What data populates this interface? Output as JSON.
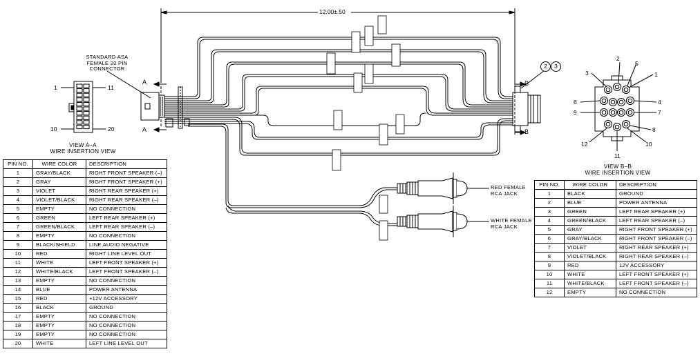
{
  "dimension": "12.00±.50",
  "connector_a": {
    "label_lines": [
      "STANDARD ASA",
      "FEMALE 20 PIN",
      "CONNECTOR"
    ],
    "pin_1": "1",
    "pin_11": "11",
    "pin_10": "10",
    "pin_20": "20",
    "section": "A",
    "view_title_1": "VIEW A–A",
    "view_title_2": "WIRE INSERTION VIEW"
  },
  "connector_b": {
    "section": "B",
    "callouts": [
      "2",
      "3"
    ],
    "pin_labels": [
      "1",
      "2",
      "3",
      "4",
      "5",
      "6",
      "7",
      "8",
      "9",
      "10",
      "11",
      "12"
    ],
    "view_title_1": "VIEW B–B",
    "view_title_2": "WIRE INSERTION VIEW"
  },
  "rca": {
    "red_label": [
      "RED FEMALE",
      "RCA JACK"
    ],
    "white_label": [
      "WHITE FEMALE",
      "RCA JACK"
    ]
  },
  "table_a": {
    "headers": [
      "PIN NO.",
      "WIRE COLOR",
      "DESCRIPTION"
    ],
    "rows": [
      [
        "1",
        "GRAY/BLACK",
        "RIGHT FRONT SPEAKER (–)"
      ],
      [
        "2",
        "GRAY",
        "RIGHT FRONT SPEAKER (+)"
      ],
      [
        "3",
        "VIOLET",
        "RIGHT REAR SPEAKER (+)"
      ],
      [
        "4",
        "VIOLET/BLACK",
        "RIGHT REAR SPEAKER (–)"
      ],
      [
        "5",
        "EMPTY",
        "NO CONNECTION"
      ],
      [
        "6",
        "GREEN",
        "LEFT REAR SPEAKER (+)"
      ],
      [
        "7",
        "GREEN/BLACK",
        "LEFT REAR SPEAKER (–)"
      ],
      [
        "8",
        "EMPTY",
        "NO CONNECTION"
      ],
      [
        "9",
        "BLACK/SHIELD",
        "LINE AUDIO NEGATIVE"
      ],
      [
        "10",
        "RED",
        "RIGHT LINE LEVEL OUT"
      ],
      [
        "11",
        "WHITE",
        "LEFT FRONT SPEAKER (+)"
      ],
      [
        "12",
        "WHITE/BLACK",
        "LEFT FRONT SPEAKER (–)"
      ],
      [
        "13",
        "EMPTY",
        "NO CONNECTION"
      ],
      [
        "14",
        "BLUE",
        "POWER ANTENNA"
      ],
      [
        "15",
        "RED",
        "+12V ACCESSORY"
      ],
      [
        "16",
        "BLACK",
        "GROUND"
      ],
      [
        "17",
        "EMPTY",
        "NO CONNECTION"
      ],
      [
        "18",
        "EMPTY",
        "NO CONNECTION"
      ],
      [
        "19",
        "EMPTY",
        "NO CONNECTION"
      ],
      [
        "20",
        "WHITE",
        "LEFT LINE LEVEL OUT"
      ]
    ]
  },
  "table_b": {
    "headers": [
      "PIN NO.",
      "WIRE COLOR",
      "DESCRIPTION"
    ],
    "rows": [
      [
        "1",
        "BLACK",
        "GROUND"
      ],
      [
        "2",
        "BLUE",
        "POWER ANTENNA"
      ],
      [
        "3",
        "GREEN",
        "LEFT REAR SPEAKER (+)"
      ],
      [
        "4",
        "GREEN/BLACK",
        "LEFT REAR SPEAKER (–)"
      ],
      [
        "5",
        "GRAY",
        "RIGHT FRONT SPEAKER (+)"
      ],
      [
        "6",
        "GRAY/BLACK",
        "RIGHT FRONT SPEAKER (–)"
      ],
      [
        "7",
        "VIOLET",
        "RIGHT REAR SPEAKER (+)"
      ],
      [
        "8",
        "VIOLET/BLACK",
        "RIGHT REAR SPEAKER (–)"
      ],
      [
        "9",
        "RED",
        "12V ACCESSORY"
      ],
      [
        "10",
        "WHITE",
        "LEFT FRONT SPEAKER (+)"
      ],
      [
        "11",
        "WHITE/BLACK",
        "LEFT FRONT SPEAKER (–)"
      ],
      [
        "12",
        "EMPTY",
        "NO CONNECTION"
      ]
    ]
  }
}
